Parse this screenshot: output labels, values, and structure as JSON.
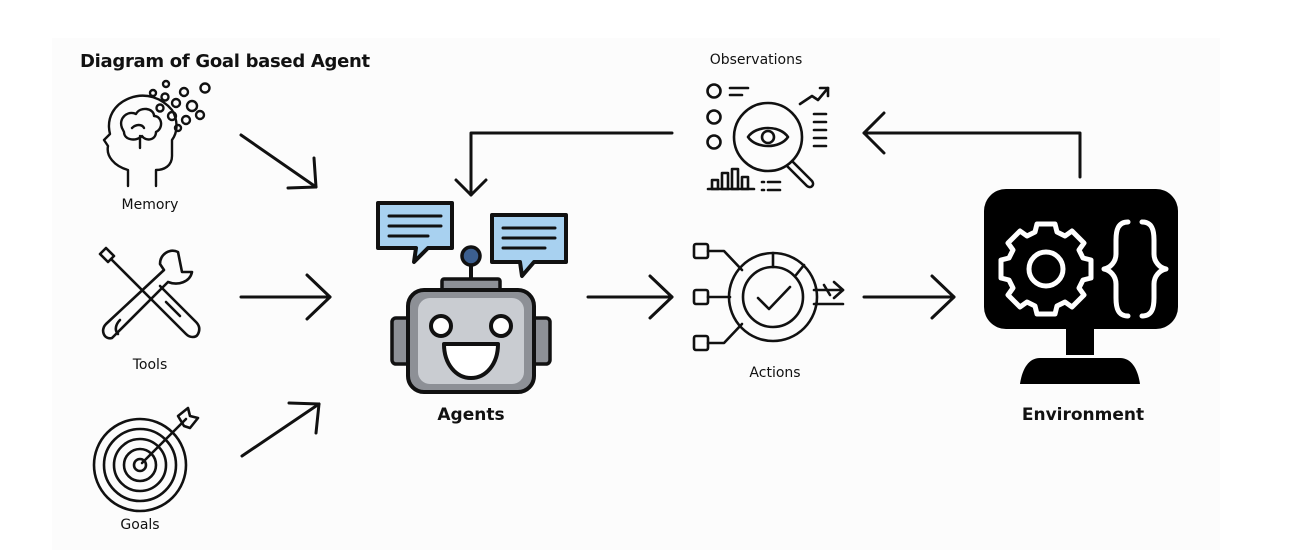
{
  "title": "Diagram of Goal based Agent",
  "nodes": {
    "memory": "Memory",
    "tools": "Tools",
    "goals": "Goals",
    "agents": "Agents",
    "actions": "Actions",
    "observations": "Observations",
    "environment": "Environment"
  },
  "colors": {
    "ink": "#111111",
    "robot_body": "#8d9096",
    "robot_face": "#c9ccd1",
    "speech_bubble": "#a8d1f0",
    "antenna": "#3c5f8f",
    "monitor": "#000000"
  },
  "icons": {
    "memory": "head-brain-icon",
    "tools": "wrench-screwdriver-icon",
    "goals": "target-arrow-icon",
    "agents": "robot-icon",
    "actions": "checklist-flow-icon",
    "observations": "eye-magnifier-icon",
    "environment": "monitor-gear-code-icon"
  }
}
